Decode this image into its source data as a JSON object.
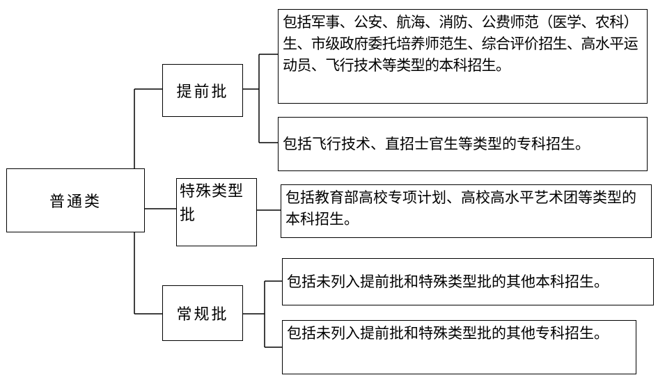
{
  "diagram": {
    "root": {
      "label": "普通类"
    },
    "branches": [
      {
        "label": "提前批",
        "descriptions": [
          "包括军事、公安、航海、消防、公费师范（医学、农科）生、市级政府委托培养师范生、综合评价招生、高水平运动员、飞行技术等类型的本科招生。",
          "包括飞行技术、直招士官生等类型的专科招生。"
        ]
      },
      {
        "label": "特殊类型批",
        "descriptions": [
          "包括教育部高校专项计划、高校高水平艺术团等类型的本科招生。"
        ]
      },
      {
        "label": "常规批",
        "descriptions": [
          "包括未列入提前批和特殊类型批的其他本科招生。",
          "包括未列入提前批和特殊类型批的其他专科招生。"
        ]
      }
    ]
  }
}
